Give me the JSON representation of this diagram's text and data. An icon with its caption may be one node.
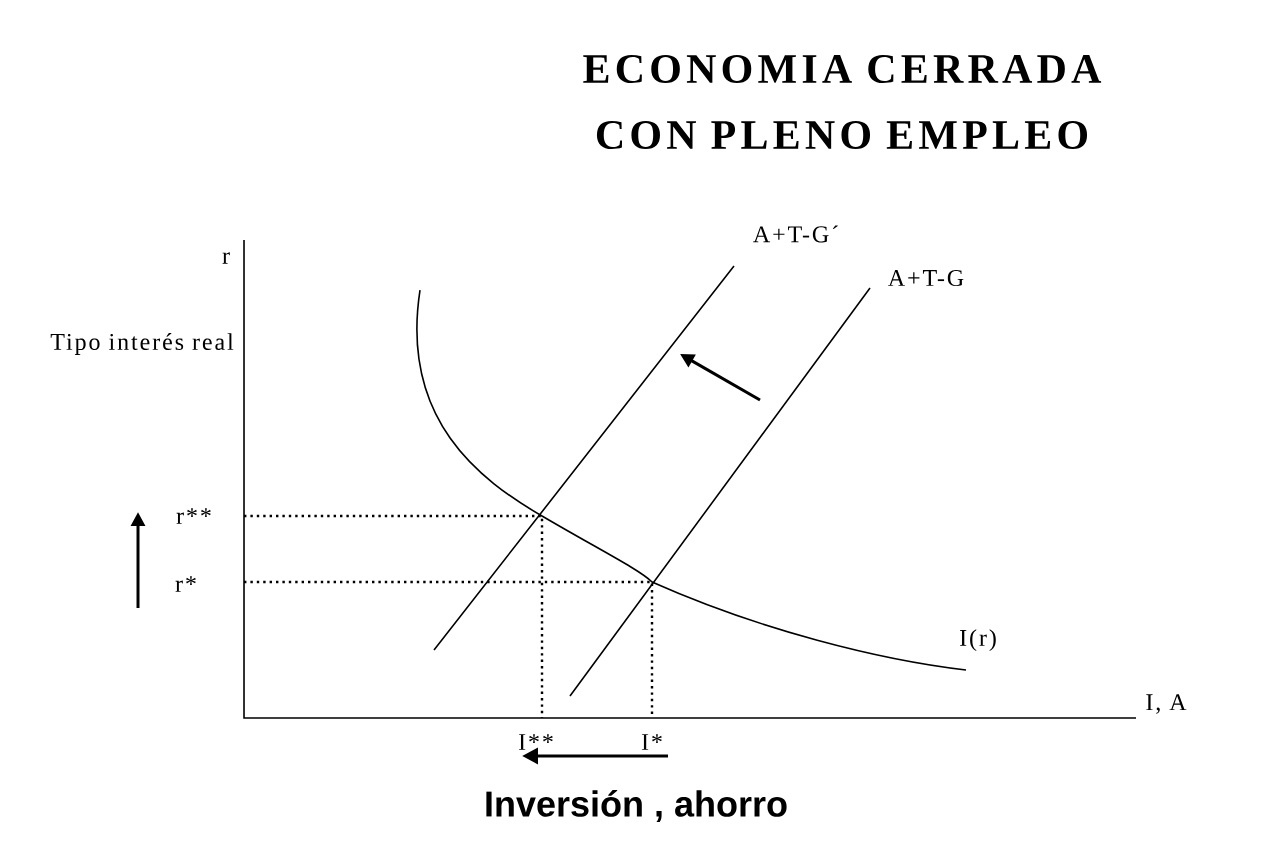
{
  "diagram": {
    "title": "ECONOMIA CERRADA CON PLENO EMPLEO",
    "caption": "Inversión , ahorro",
    "labels": [
      "r",
      "Tipo interés real",
      "A+T-G´",
      "A+T-G",
      "r**",
      "r*",
      "I(r)",
      "I, A",
      "I**",
      "I*"
    ]
  }
}
